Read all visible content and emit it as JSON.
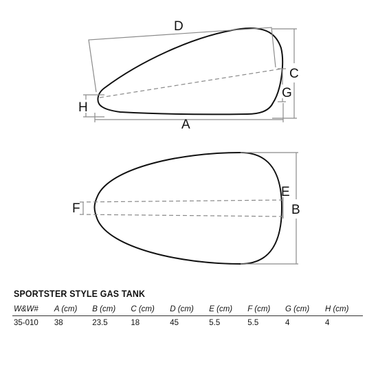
{
  "labels": {
    "A": "A",
    "B": "B",
    "C": "C",
    "D": "D",
    "E": "E",
    "F": "F",
    "G": "G",
    "H": "H"
  },
  "table": {
    "title": "SPORTSTER STYLE GAS TANK",
    "headers": [
      "W&W#",
      "A (cm)",
      "B (cm)",
      "C (cm)",
      "D (cm)",
      "E (cm)",
      "F (cm)",
      "G (cm)",
      "H (cm)"
    ],
    "rows": [
      [
        "35-010",
        "38",
        "23.5",
        "18",
        "45",
        "5.5",
        "5.5",
        "4",
        "4"
      ]
    ]
  },
  "colors": {
    "outline": "#111111",
    "dimension": "#8a8a8a"
  }
}
